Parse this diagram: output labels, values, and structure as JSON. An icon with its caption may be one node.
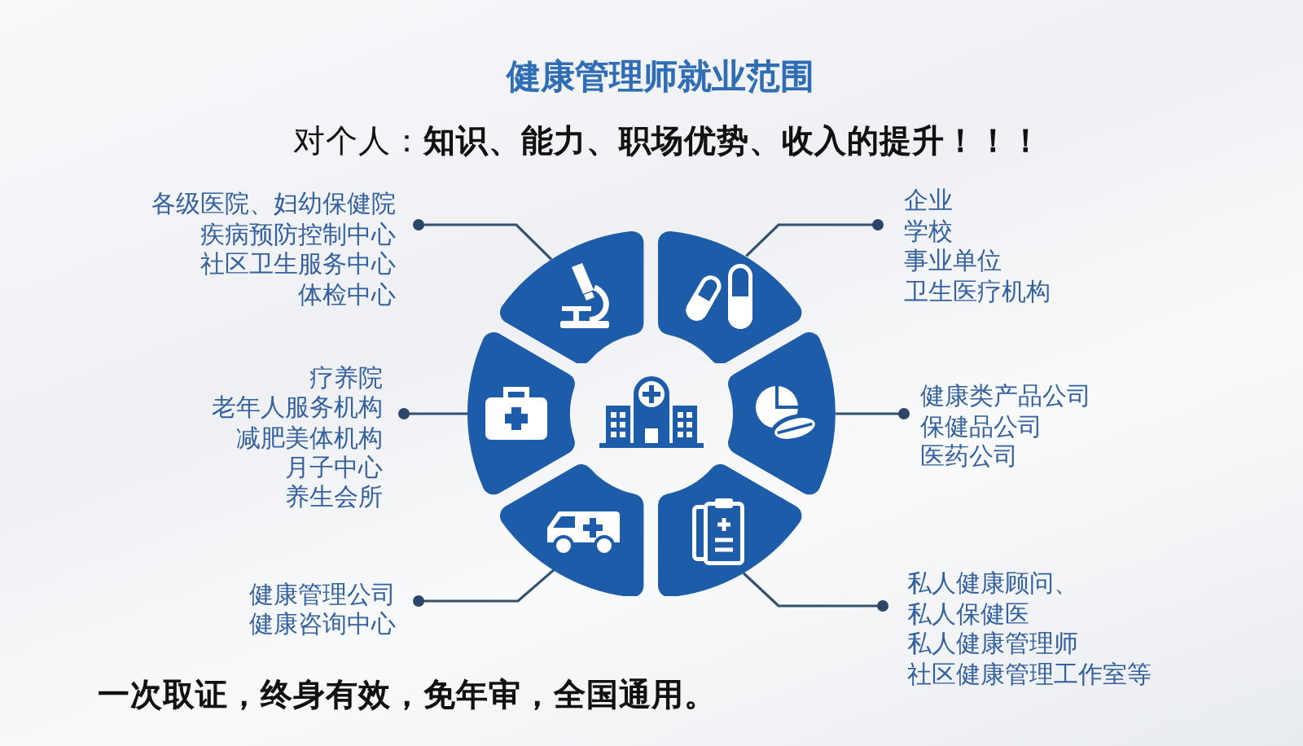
{
  "diagram": {
    "title": "健康管理师就业范围",
    "nodes": [
      {
        "text": [
          "各级医院、妇幼保健院",
          "疾病预防控制中心",
          "社区卫生服务中心",
          "体检中心"
        ]
      },
      {
        "text": [],
        "shape": "sector"
      },
      {
        "text": [],
        "shape": "sector"
      },
      {
        "text": [
          "企业",
          "学校",
          "事业单位",
          "卫生医疗机构"
        ]
      },
      {
        "text": [
          "疗养院",
          "老年人服务机构",
          "减肥美体机构",
          "月子中心",
          "养生会所"
        ]
      },
      {
        "text": [],
        "shape": "sector"
      },
      {
        "text": [],
        "shape": "sector"
      },
      {
        "text": [
          "健康类产品公司",
          "保健品公司",
          "医药公司"
        ]
      },
      {
        "text": [
          "健康管理公司",
          "健康咨询中心"
        ]
      },
      {
        "text": [],
        "shape": "sector"
      },
      {
        "text": [],
        "shape": "sector"
      },
      {
        "text": [
          "私人健康顾问、",
          "私人保健医",
          "私人健康管理师",
          "社区健康管理工作室等"
        ]
      }
    ],
    "edges": [
      {
        "from": 0,
        "to": 1,
        "arrow": "other"
      },
      {
        "from": 3,
        "to": 2,
        "arrow": "other"
      },
      {
        "from": 4,
        "to": 5,
        "arrow": "other"
      },
      {
        "from": 7,
        "to": 6,
        "arrow": "other"
      },
      {
        "from": 8,
        "to": 9,
        "arrow": "other"
      },
      {
        "from": 11,
        "to": 10,
        "arrow": "other"
      }
    ],
    "labels": [
      "对个人：**知识、能力、职场优势、收入的提升！！！**",
      "一次取证，终身有效，免年审，全国通用。"
    ]
  }
}
